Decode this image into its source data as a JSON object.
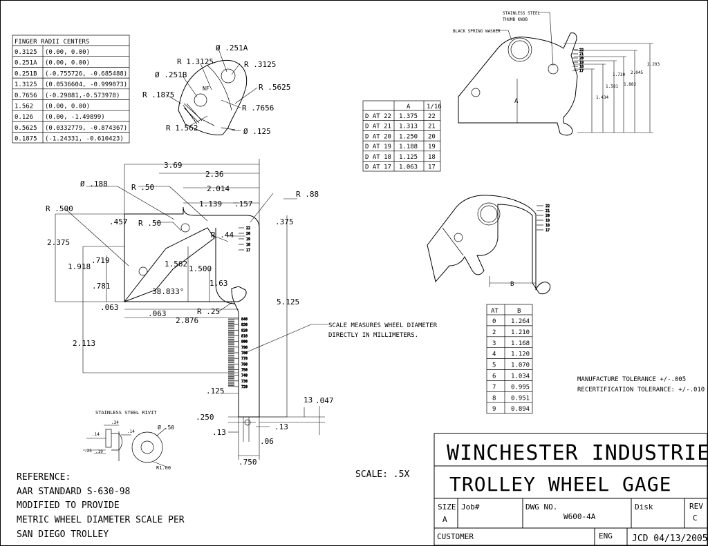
{
  "radii_table": {
    "title": "FINGER RADII CENTERS",
    "rows": [
      [
        "0.3125",
        "(0.00, 0.00)"
      ],
      [
        "0.251A",
        "(0.00, 0.00)"
      ],
      [
        "0.251B",
        "(-0.755726, -0.685488)"
      ],
      [
        "1.3125",
        "(0.0536604, -0.999073)"
      ],
      [
        "0.7656",
        "(-0.29881,-0.573978)"
      ],
      [
        "1.562",
        "(0.00, 0.00)"
      ],
      [
        "0.126",
        "(0.00, -1.49899)"
      ],
      [
        "0.5625",
        "(0.0332779, -0.874367)"
      ],
      [
        "0.1875",
        "(-1.24331, -0.610423)"
      ]
    ]
  },
  "a_table": {
    "headers": [
      "",
      "A",
      "1/16"
    ],
    "rows": [
      [
        "D AT 22",
        "1.375",
        "22"
      ],
      [
        "D AT 21",
        "1.313",
        "21"
      ],
      [
        "D AT 20",
        "1.250",
        "20"
      ],
      [
        "D AT 19",
        "1.188",
        "19"
      ],
      [
        "D AT 18",
        "1.125",
        "18"
      ],
      [
        "D AT 17",
        "1.063",
        "17"
      ]
    ]
  },
  "b_table": {
    "headers": [
      "AT",
      "B"
    ],
    "rows": [
      [
        "0",
        "1.264"
      ],
      [
        "2",
        "1.210"
      ],
      [
        "3",
        "1.168"
      ],
      [
        "4",
        "1.120"
      ],
      [
        "5",
        "1.070"
      ],
      [
        "6",
        "1.034"
      ],
      [
        "7",
        "0.995"
      ],
      [
        "8",
        "0.951"
      ],
      [
        "9",
        "0.894"
      ]
    ]
  },
  "finger_detail": {
    "labels": [
      "Ø .251A",
      "R 1.3125",
      "R .3125",
      "Ø .251B",
      "NF",
      "R .5625",
      "R .1875",
      "R .7656",
      "R 1.562",
      "Ø .125"
    ]
  },
  "main_view": {
    "labels": [
      "3.69",
      "2.36",
      "2.014",
      "1.139",
      ".157",
      "R .88",
      "Ø .188",
      "R .50",
      "R .500",
      ".457",
      "R .50",
      ".375",
      "2.375",
      "R .44",
      ".719",
      "1.918",
      "1.562",
      "1.500",
      ".781",
      "38.833°",
      "1.63",
      "5.125",
      ".063",
      ".063",
      "R .25",
      "2.876",
      "2.113",
      ".125",
      ".250",
      ".13",
      ".13",
      ".06",
      ".750",
      "13",
      ".047"
    ],
    "scale_ticks": [
      "840",
      "830",
      "820",
      "810",
      "800",
      "790",
      "780",
      "770",
      "760",
      "750",
      "740",
      "730",
      "720"
    ],
    "upper_ticks": [
      "22",
      "20",
      "19",
      "18",
      "17"
    ]
  },
  "scale_note": [
    "SCALE MEASURES WHEEL DIAMETER",
    "DIRECTLY IN MILLIMETERS."
  ],
  "rivet_detail": {
    "title": "STAINLESS STEEL RIVIT",
    "labels": [
      ".34",
      ".14",
      ".14",
      ".25",
      ".19",
      "Ø .50",
      "R1.00"
    ]
  },
  "gage_top": {
    "callouts": [
      "STAINLESS STEEL",
      "THUMB KNOB",
      "BLACK SPRING WASHER"
    ],
    "ticks": [
      "22",
      "21",
      "20",
      "19",
      "18",
      "17"
    ],
    "dims": [
      "A",
      "1.434",
      "1.581",
      "1.730",
      "1.882",
      "2.045",
      "2.203"
    ]
  },
  "gage_mid": {
    "ticks": [
      "22",
      "21",
      "20",
      "19",
      "18",
      "17"
    ],
    "dims": [
      "B"
    ]
  },
  "tolerance_note": [
    "MANUFACTURE TOLERANCE +/-.005",
    "RECERTIFICATION TOLERANCE: +/-.010"
  ],
  "reference_note": [
    "REFERENCE:",
    "AAR STANDARD S-630-98",
    "MODIFIED TO PROVIDE",
    "METRIC WHEEL DIAMETER SCALE PER",
    "SAN DIEGO TROLLEY"
  ],
  "scale_label": "SCALE: .5X",
  "title_block": {
    "company": "WINCHESTER INDUSTRIES INC.",
    "title": "TROLLEY WHEEL GAGE",
    "size_label": "SIZE",
    "size_value": "A",
    "job_label": "Job#",
    "dwg_label": "DWG NO.",
    "dwg_value": "W600-4A",
    "disk_label": "Disk",
    "rev_label": "REV",
    "rev_value": "C",
    "customer_label": "CUSTOMER",
    "eng_label": "ENG",
    "eng_value": "JCD  04/13/2005"
  }
}
